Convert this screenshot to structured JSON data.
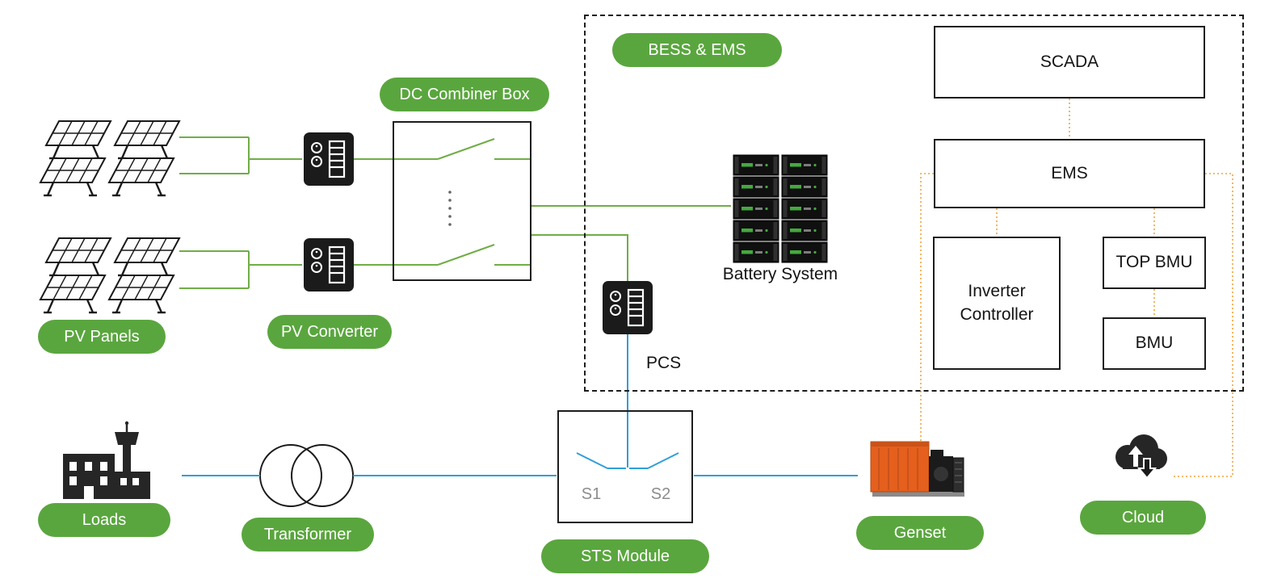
{
  "colors": {
    "pill_green": "#5aa63e",
    "line_green": "#70ad47",
    "line_blue": "#2f9fd8",
    "line_orange": "#f0a43c",
    "box_border": "#1d1d1d",
    "switch_text_gray": "#8c8c8c",
    "genset_orange": "#e55f1d"
  },
  "nodes": {
    "pv_panels": {
      "label": "PV Panels"
    },
    "pv_converter": {
      "label": "PV Converter"
    },
    "dc_combiner_box": {
      "label": "DC Combiner Box"
    },
    "bess_ems": {
      "label": "BESS & EMS"
    },
    "battery_system": {
      "label": "Battery System"
    },
    "pcs": {
      "label": "PCS"
    },
    "scada": {
      "label": "SCADA"
    },
    "ems": {
      "label": "EMS"
    },
    "inverter_controller": {
      "label": "Inverter Controller"
    },
    "top_bmu": {
      "label": "TOP BMU"
    },
    "bmu": {
      "label": "BMU"
    },
    "sts_module": {
      "label": "STS Module",
      "switch_left": "S1",
      "switch_right": "S2"
    },
    "loads": {
      "label": "Loads"
    },
    "transformer": {
      "label": "Transformer"
    },
    "genset": {
      "label": "Genset"
    },
    "cloud": {
      "label": "Cloud"
    }
  },
  "connections": [
    {
      "from": "pv_panels",
      "to": "pv_converter",
      "style": "green-solid"
    },
    {
      "from": "pv_converter",
      "to": "dc_combiner_box",
      "style": "green-solid"
    },
    {
      "from": "dc_combiner_box",
      "to": "battery_system",
      "style": "green-solid"
    },
    {
      "from": "dc_combiner_box",
      "to": "pcs",
      "style": "green-solid"
    },
    {
      "from": "pcs",
      "to": "sts_module",
      "style": "blue-solid"
    },
    {
      "from": "loads",
      "to": "transformer",
      "style": "blue-solid"
    },
    {
      "from": "transformer",
      "to": "sts_module",
      "style": "blue-solid"
    },
    {
      "from": "sts_module",
      "to": "genset",
      "style": "blue-solid"
    },
    {
      "from": "scada",
      "to": "ems",
      "style": "orange-dotted"
    },
    {
      "from": "ems",
      "to": "inverter_controller",
      "style": "orange-dotted"
    },
    {
      "from": "ems",
      "to": "top_bmu",
      "style": "orange-dotted"
    },
    {
      "from": "top_bmu",
      "to": "bmu",
      "style": "orange-dotted"
    },
    {
      "from": "ems",
      "to": "genset",
      "style": "orange-dotted"
    },
    {
      "from": "ems",
      "to": "cloud",
      "style": "orange-dotted"
    }
  ]
}
